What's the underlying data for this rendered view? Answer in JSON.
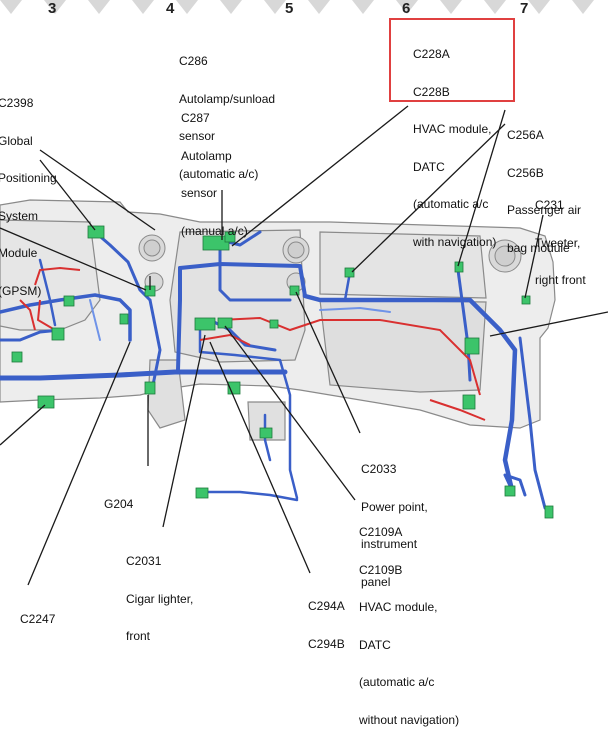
{
  "colors": {
    "wire_main": "#3a5fc8",
    "wire_light": "#6f93e8",
    "wire_dark": "#1f3b8a",
    "connector": "#3cc46a",
    "wire_red": "#d93030",
    "highlight": "#e04040",
    "panel_outline": "#8a8a8a",
    "panel_fill": "#ececec"
  },
  "column_numbers": [
    "3",
    "4",
    "5",
    "6",
    "7"
  ],
  "callouts": {
    "c2398": [
      "C2398",
      "Global",
      "Positioning",
      "System",
      "Module",
      "(GPSM)"
    ],
    "c286": [
      "C286",
      "Autolamp/sunload",
      "sensor",
      "(automatic a/c)"
    ],
    "c287": [
      "C287",
      "Autolamp",
      "sensor",
      "(manual a/c)"
    ],
    "c228": [
      "C228A",
      "C228B",
      "HVAC module,",
      "DATC",
      "(automatic a/c",
      "with navigation)"
    ],
    "c256": [
      "C256A",
      "C256B",
      "Passenger air",
      "bag module"
    ],
    "c231": [
      "C231",
      "Tweeter,",
      "right front"
    ],
    "c2033": [
      "C2033",
      "Power point,",
      "instrument",
      "panel"
    ],
    "g204": [
      "G204"
    ],
    "c2109": [
      "C2109A",
      "C2109B",
      "HVAC module,",
      "DATC",
      "(automatic a/c",
      "without navigation)"
    ],
    "c2031": [
      "C2031",
      "Cigar lighter,",
      "front"
    ],
    "c2247": [
      "C2247"
    ],
    "c294": [
      "C294A",
      "C294B"
    ]
  }
}
